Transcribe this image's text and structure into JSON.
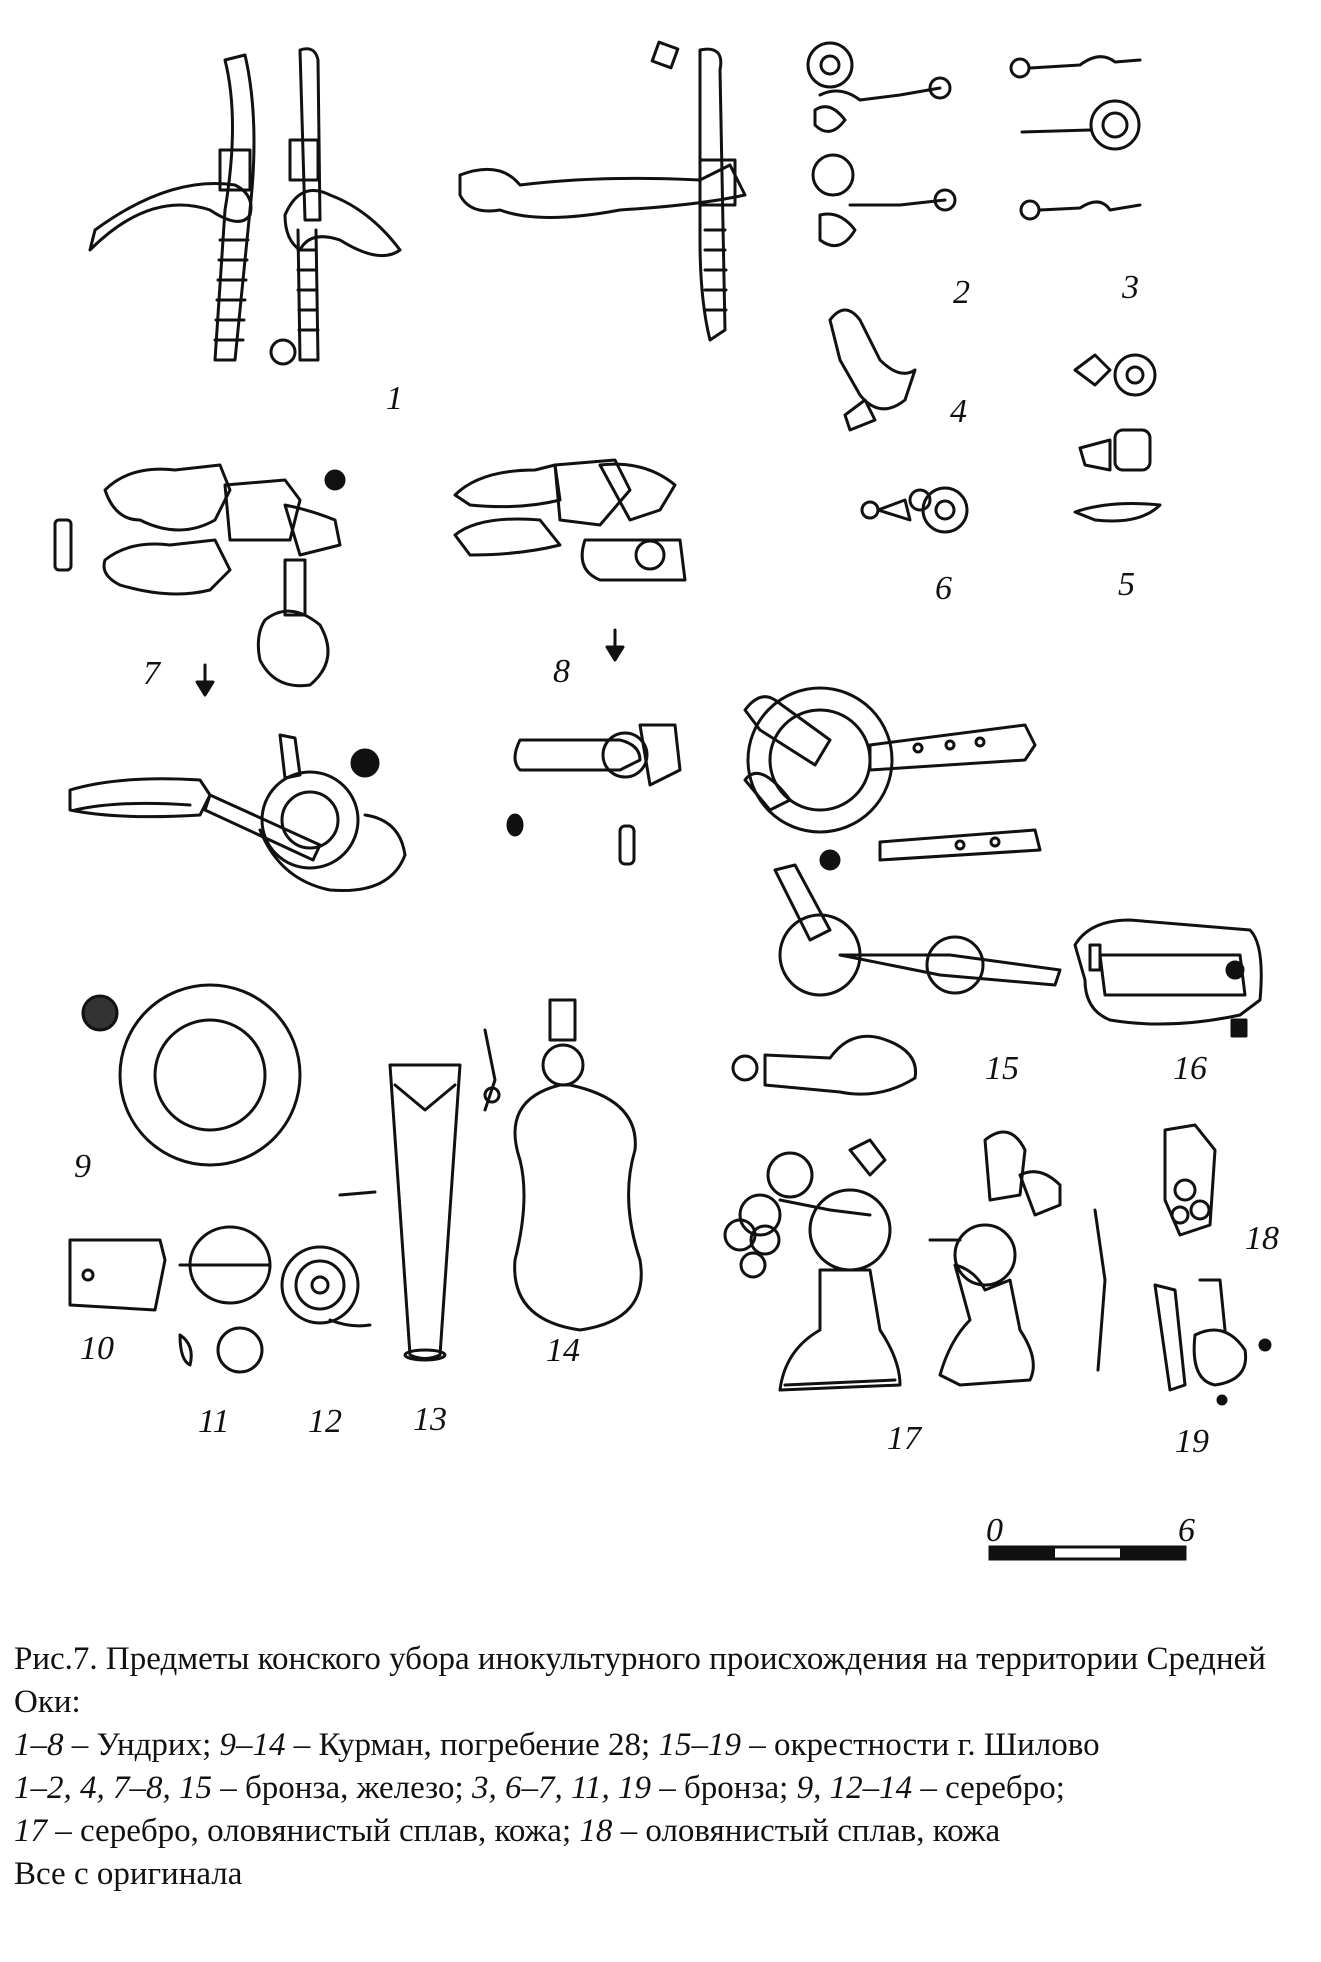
{
  "figure_numbers": [
    "1",
    "2",
    "3",
    "4",
    "5",
    "6",
    "7",
    "8",
    "9",
    "10",
    "11",
    "12",
    "13",
    "14",
    "15",
    "16",
    "17",
    "18",
    "19"
  ],
  "scale": {
    "start": "0",
    "end": "6"
  },
  "caption": {
    "title": "Рис.7. Предметы конского убора инокультурного происхождения на территории Средней Оки:",
    "sites": [
      {
        "range": "1–8",
        "text": " – Ундрих; "
      },
      {
        "range": "9–14",
        "text": " – Курман, погребение 28; "
      },
      {
        "range": "15–19",
        "text": " – окрестности г. Шилово"
      }
    ],
    "materials": [
      {
        "range": "1–2, 4, 7–8, 15",
        "text": " – бронза, железо; "
      },
      {
        "range": "3, 6–7, 11, 19",
        "text": " – бронза; "
      },
      {
        "range": "9, 12–14",
        "text": " – серебро;"
      }
    ],
    "materials2": [
      {
        "range": "17",
        "text": " – серебро, оловянистый сплав, кожа; "
      },
      {
        "range": "18",
        "text": " – оловянистый сплав, кожа"
      }
    ],
    "source": "Все с оригинала"
  }
}
